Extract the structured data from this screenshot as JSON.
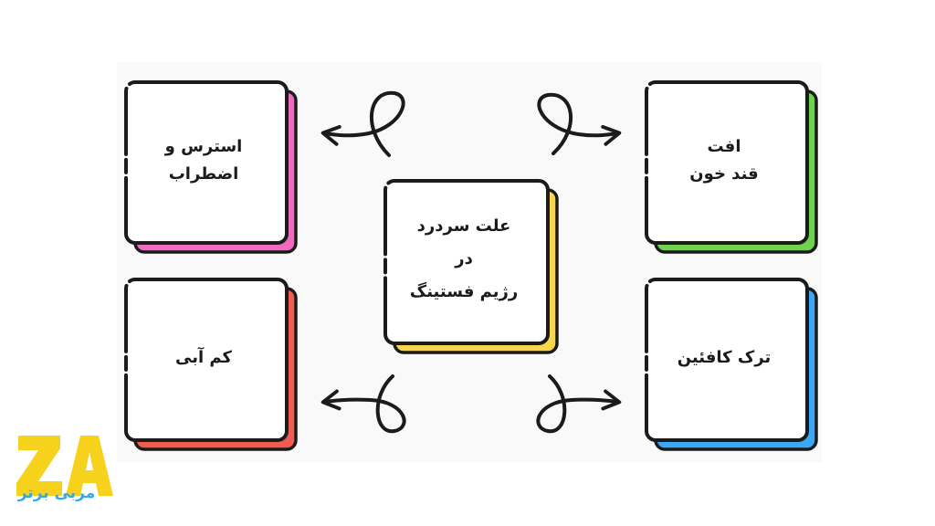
{
  "diagram": {
    "center": {
      "lines": [
        "علت سردرد",
        "در",
        "رژیم فستینگ"
      ],
      "accent": "#f8d54a"
    },
    "causes": [
      {
        "id": "stress",
        "lines": [
          "استرس و",
          "اضطراب"
        ],
        "accent": "#f06ac0"
      },
      {
        "id": "blood-sugar",
        "lines": [
          "افت",
          "قند خون"
        ],
        "accent": "#6fd34e"
      },
      {
        "id": "dehydration",
        "lines": [
          "کم آبی"
        ],
        "accent": "#f25b4f"
      },
      {
        "id": "caffeine",
        "lines": [
          "ترک کافئین"
        ],
        "accent": "#3aa8f5"
      }
    ],
    "stroke_color": "#1b1b1b"
  },
  "logo": {
    "mark": "ZA",
    "mark_color": "#f7d21c",
    "subtitle": "مربی برتر",
    "subtitle_color": "#36a8e8"
  }
}
